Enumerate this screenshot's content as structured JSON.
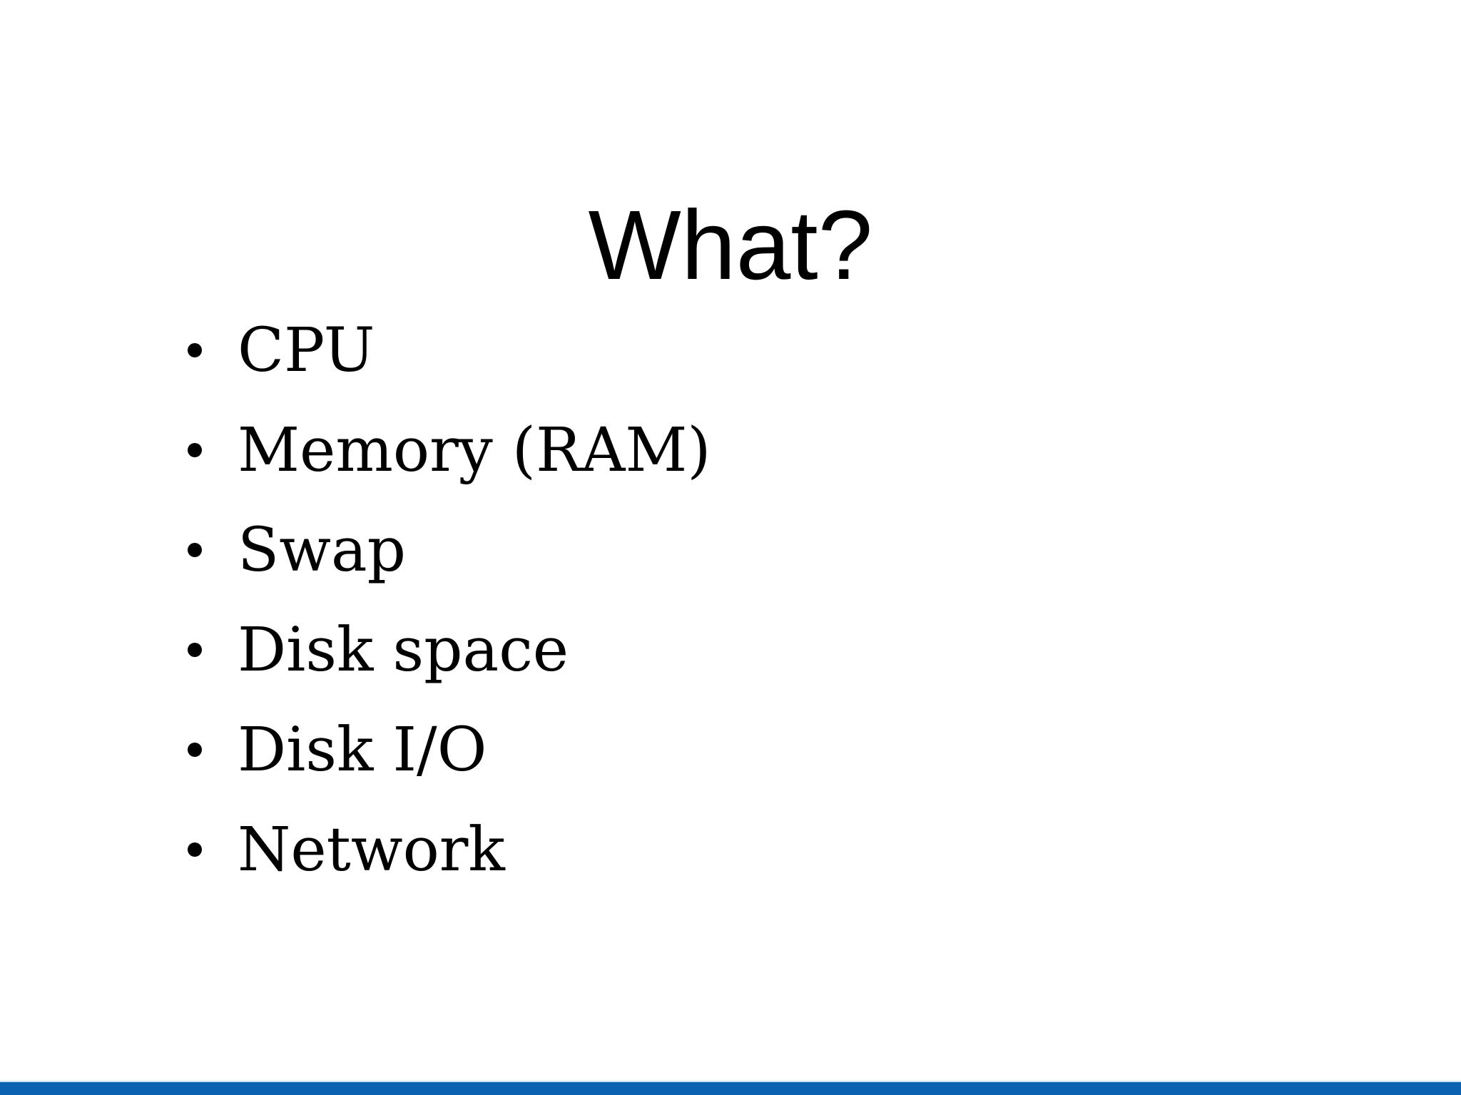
{
  "slide": {
    "title": "What?",
    "items": [
      "CPU",
      "Memory (RAM)",
      "Swap",
      "Disk space",
      "Disk I/O",
      "Network"
    ],
    "icons": {
      "bullet-icon": "filled-circle"
    },
    "colors": {
      "background": "#ffffff",
      "text": "#000000",
      "footer_bar": "#0a62b1",
      "footer_bar_top_edge": "#cde0f2"
    }
  }
}
